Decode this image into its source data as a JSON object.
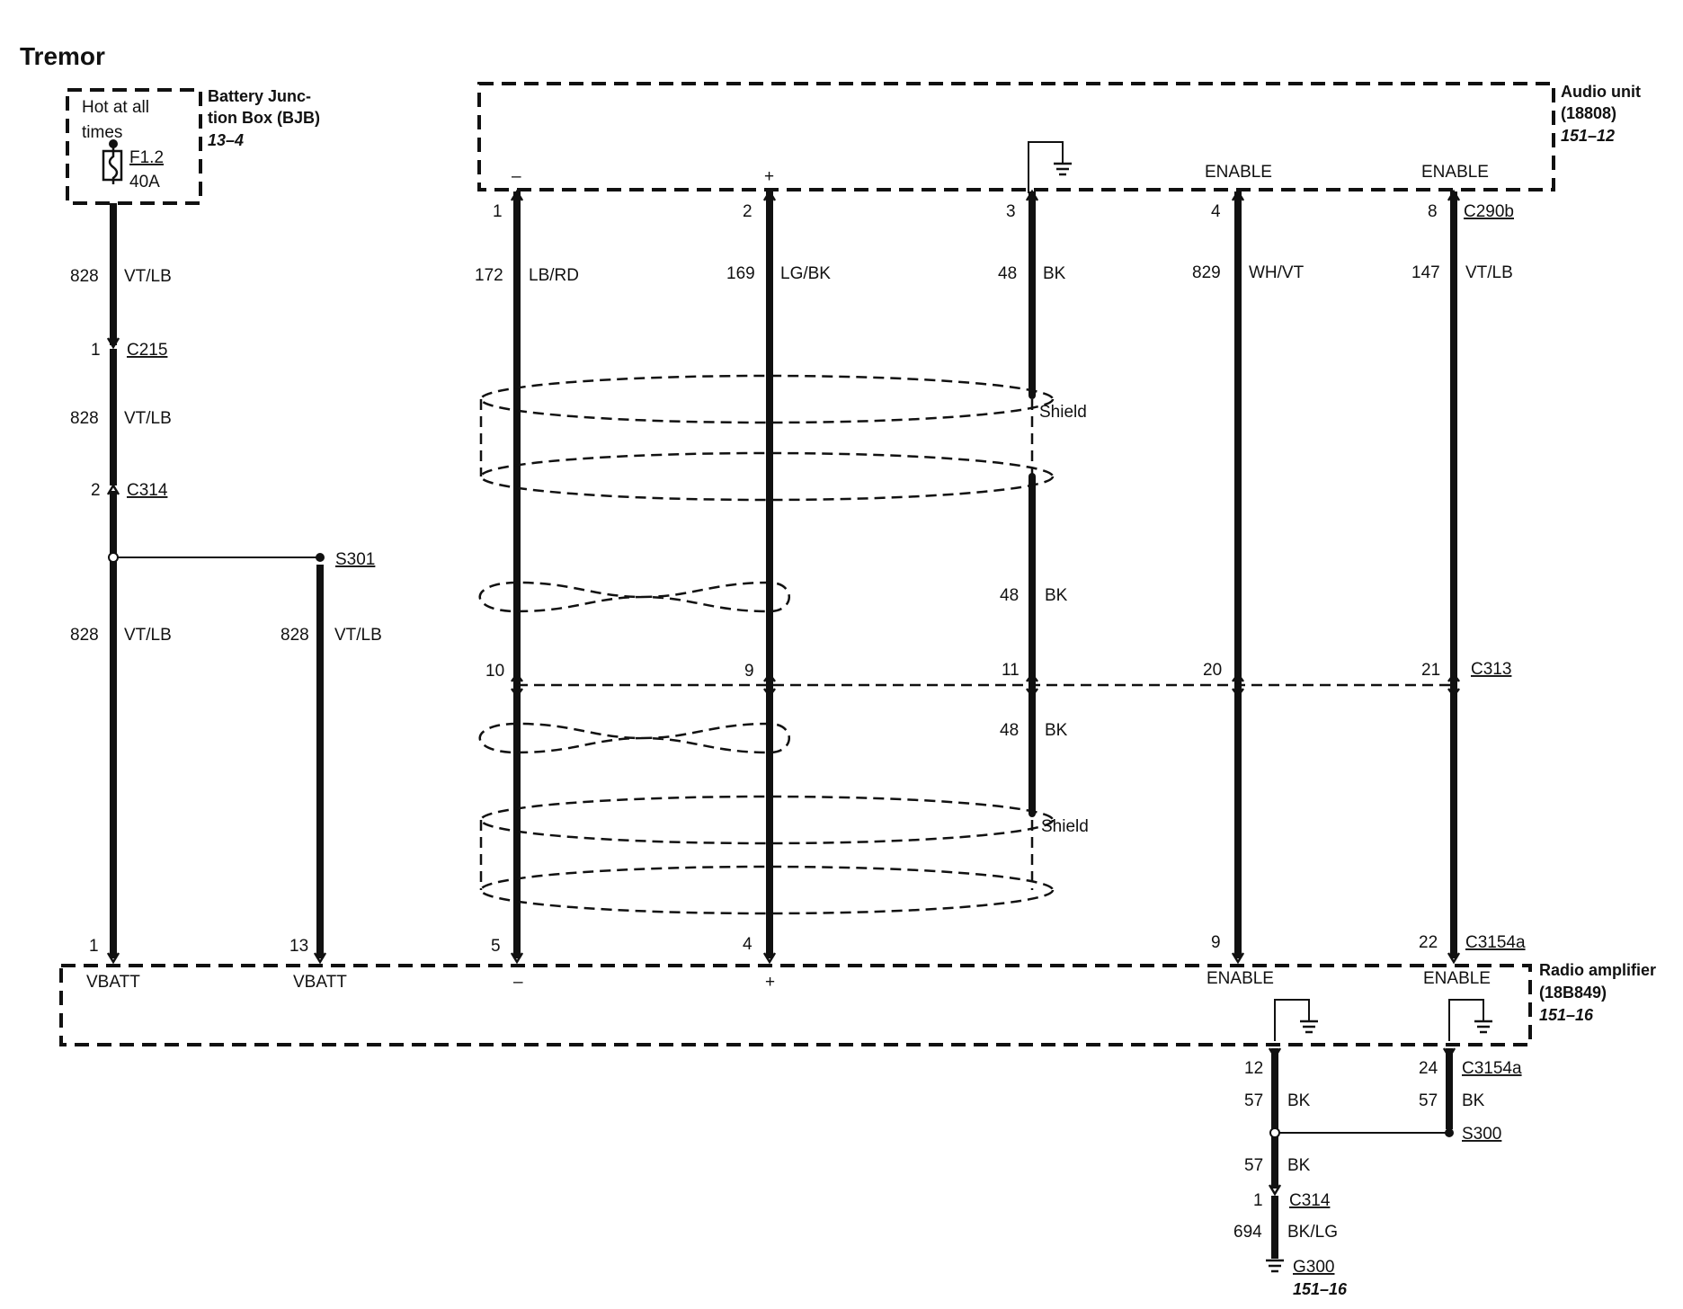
{
  "title": "Tremor",
  "bjb": {
    "name_l1": "Battery Junc-",
    "name_l2": "tion Box (BJB)",
    "ref": "13–4",
    "hot_l1": "Hot at all",
    "hot_l2": "times",
    "fuse_id": "F1.2",
    "fuse_rating": "40A"
  },
  "audio_unit": {
    "name_l1": "Audio unit",
    "name_l2": "(18808)",
    "ref": "151–12"
  },
  "radio_amp": {
    "name_l1": "Radio amplifier",
    "name_l2": "(18B849)",
    "ref": "151–16"
  },
  "left_wire": {
    "c215_pin": "1",
    "c215": "C215",
    "c314_pin": "2",
    "c314": "C314",
    "seg1_circ": "828",
    "seg1_color": "VT/LB",
    "seg2_circ": "828",
    "seg2_color": "VT/LB",
    "seg3_circ": "828",
    "seg3_color": "VT/LB",
    "amp_pin": "1",
    "amp_term": "VBATT"
  },
  "splice_wire": {
    "splice": "S301",
    "circ": "828",
    "color": "VT/LB",
    "amp_pin": "13",
    "amp_term": "VBATT"
  },
  "audio_pins": {
    "minus_sign": "–",
    "plus_sign": "+",
    "enable4": "ENABLE",
    "enable8": "ENABLE",
    "p1": "1",
    "p2": "2",
    "p3": "3",
    "p4": "4",
    "p8": "8",
    "conn": "C290b"
  },
  "wires": {
    "w1_circ": "172",
    "w1_color": "LB/RD",
    "w2_circ": "169",
    "w2_color": "LG/BK",
    "w3_circ": "48",
    "w3_color": "BK",
    "w4_circ": "829",
    "w4_color": "WH/VT",
    "w5_circ": "147",
    "w5_color": "VT/LB",
    "shield_top": "Shield",
    "shield_bottom": "Shield",
    "bk_mid1_circ": "48",
    "bk_mid1_color": "BK",
    "bk_mid2_circ": "48",
    "bk_mid2_color": "BK"
  },
  "c313": {
    "p10": "10",
    "p9": "9",
    "p11": "11",
    "p20": "20",
    "p21": "21",
    "conn": "C313"
  },
  "amp_pins": {
    "p5": "5",
    "p4": "4",
    "p9": "9",
    "p22": "22",
    "conn": "C3154a",
    "minus_sign": "–",
    "plus_sign": "+",
    "enable9": "ENABLE",
    "enable22": "ENABLE"
  },
  "ground": {
    "p12": "12",
    "p24": "24",
    "conn": "C3154a",
    "g1_circ": "57",
    "g1_color": "BK",
    "g2_circ": "57",
    "g2_color": "BK",
    "splice": "S300",
    "g3_circ": "57",
    "g3_color": "BK",
    "c314_pin": "1",
    "c314": "C314",
    "g4_circ": "694",
    "g4_color": "BK/LG",
    "gnd": "G300",
    "gnd_ref": "151–16"
  }
}
